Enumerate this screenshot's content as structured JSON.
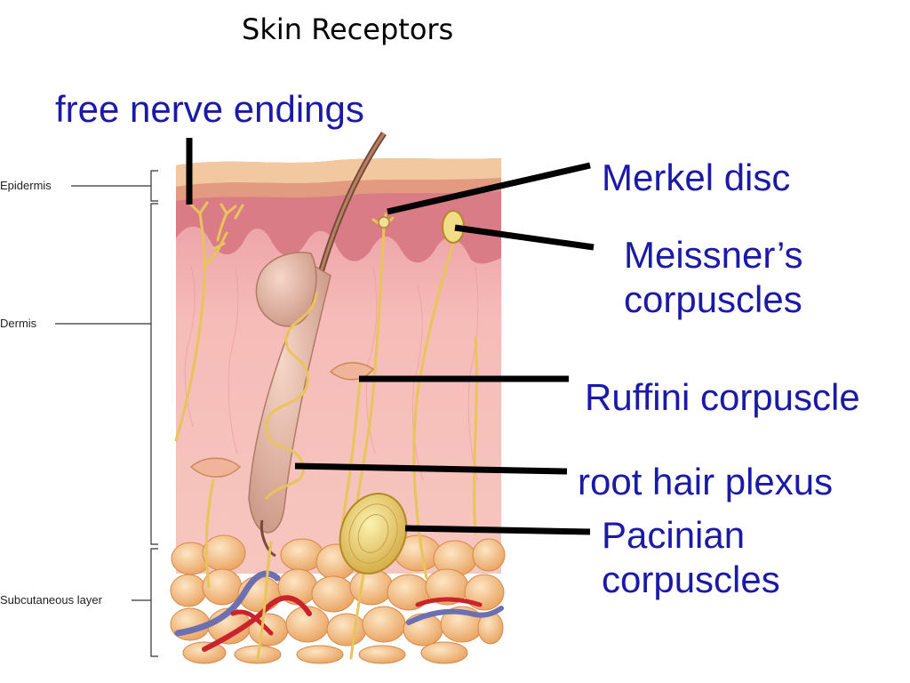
{
  "slide": {
    "title": "Skin Receptors"
  },
  "layers": {
    "epidermis": "Epidermis",
    "dermis": "Dermis",
    "subcutaneous": "Subcutaneous layer"
  },
  "callouts": {
    "free_nerve": "free nerve endings",
    "merkel": "Merkel disc",
    "meissner_1": "Meissner’s",
    "meissner_2": "corpuscles",
    "ruffini": "Ruffini corpuscle",
    "root_hair": "root hair plexus",
    "pacinian_1": "Pacinian",
    "pacinian_2": "corpuscles"
  },
  "colors": {
    "label_blue": "#1a1aa6",
    "epidermis": "#f3c9a0",
    "dermis": "#f5b8b5",
    "fat": "#f2b97a",
    "nerve": "#e8c45a"
  }
}
